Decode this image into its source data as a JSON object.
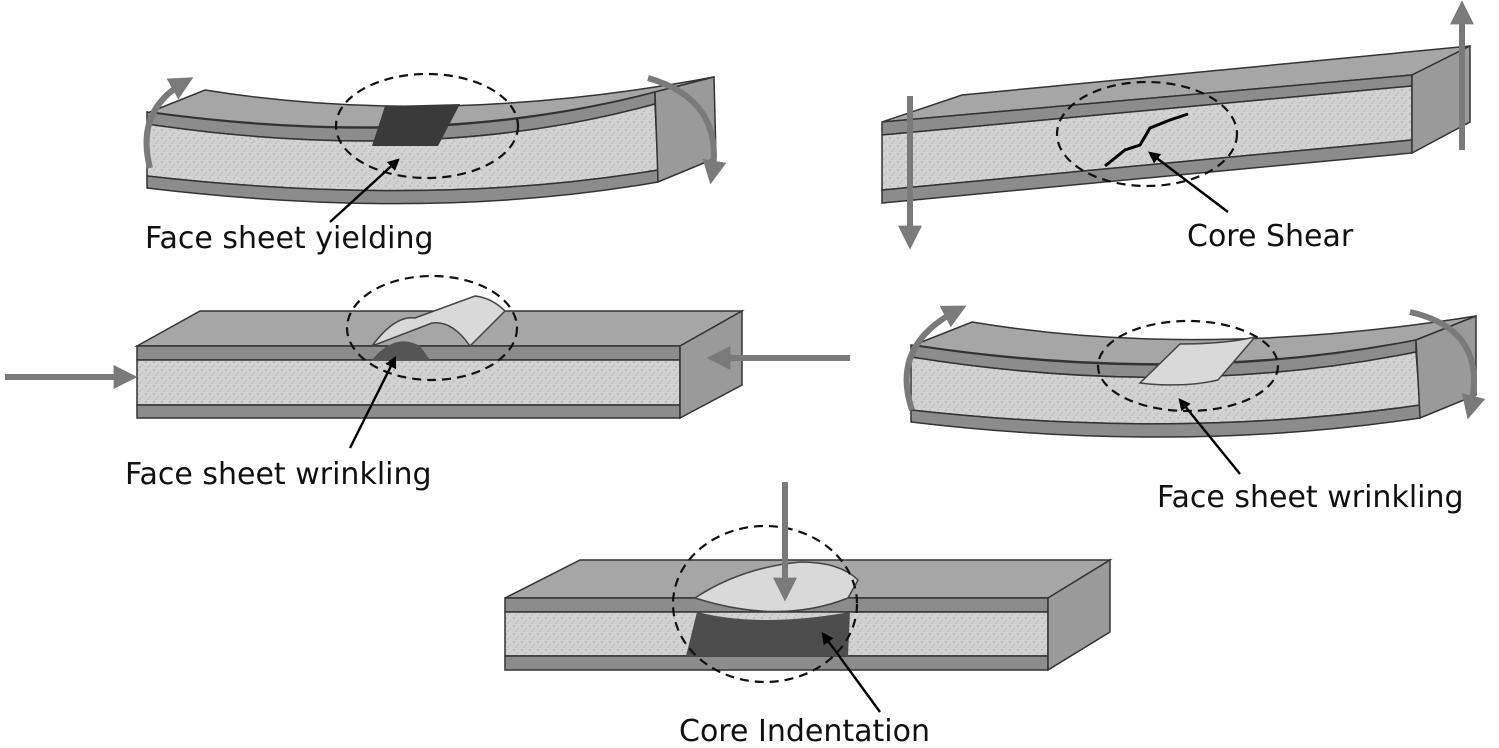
{
  "labels": {
    "face_sheet_yielding": "Face sheet yielding",
    "core_shear": "Core Shear",
    "face_sheet_wrinkling_compression": "Face sheet wrinkling",
    "face_sheet_wrinkling_bending": "Face sheet wrinkling",
    "core_indentation": "Core Indentation"
  },
  "colors": {
    "face_top": "#a6a6a6",
    "face_side": "#8c8c8c",
    "core": "#d2d2d2",
    "core_dark": "#4d4d4d",
    "load_arrow": "#7a7a7a",
    "highlight": "#d9d9d9"
  }
}
